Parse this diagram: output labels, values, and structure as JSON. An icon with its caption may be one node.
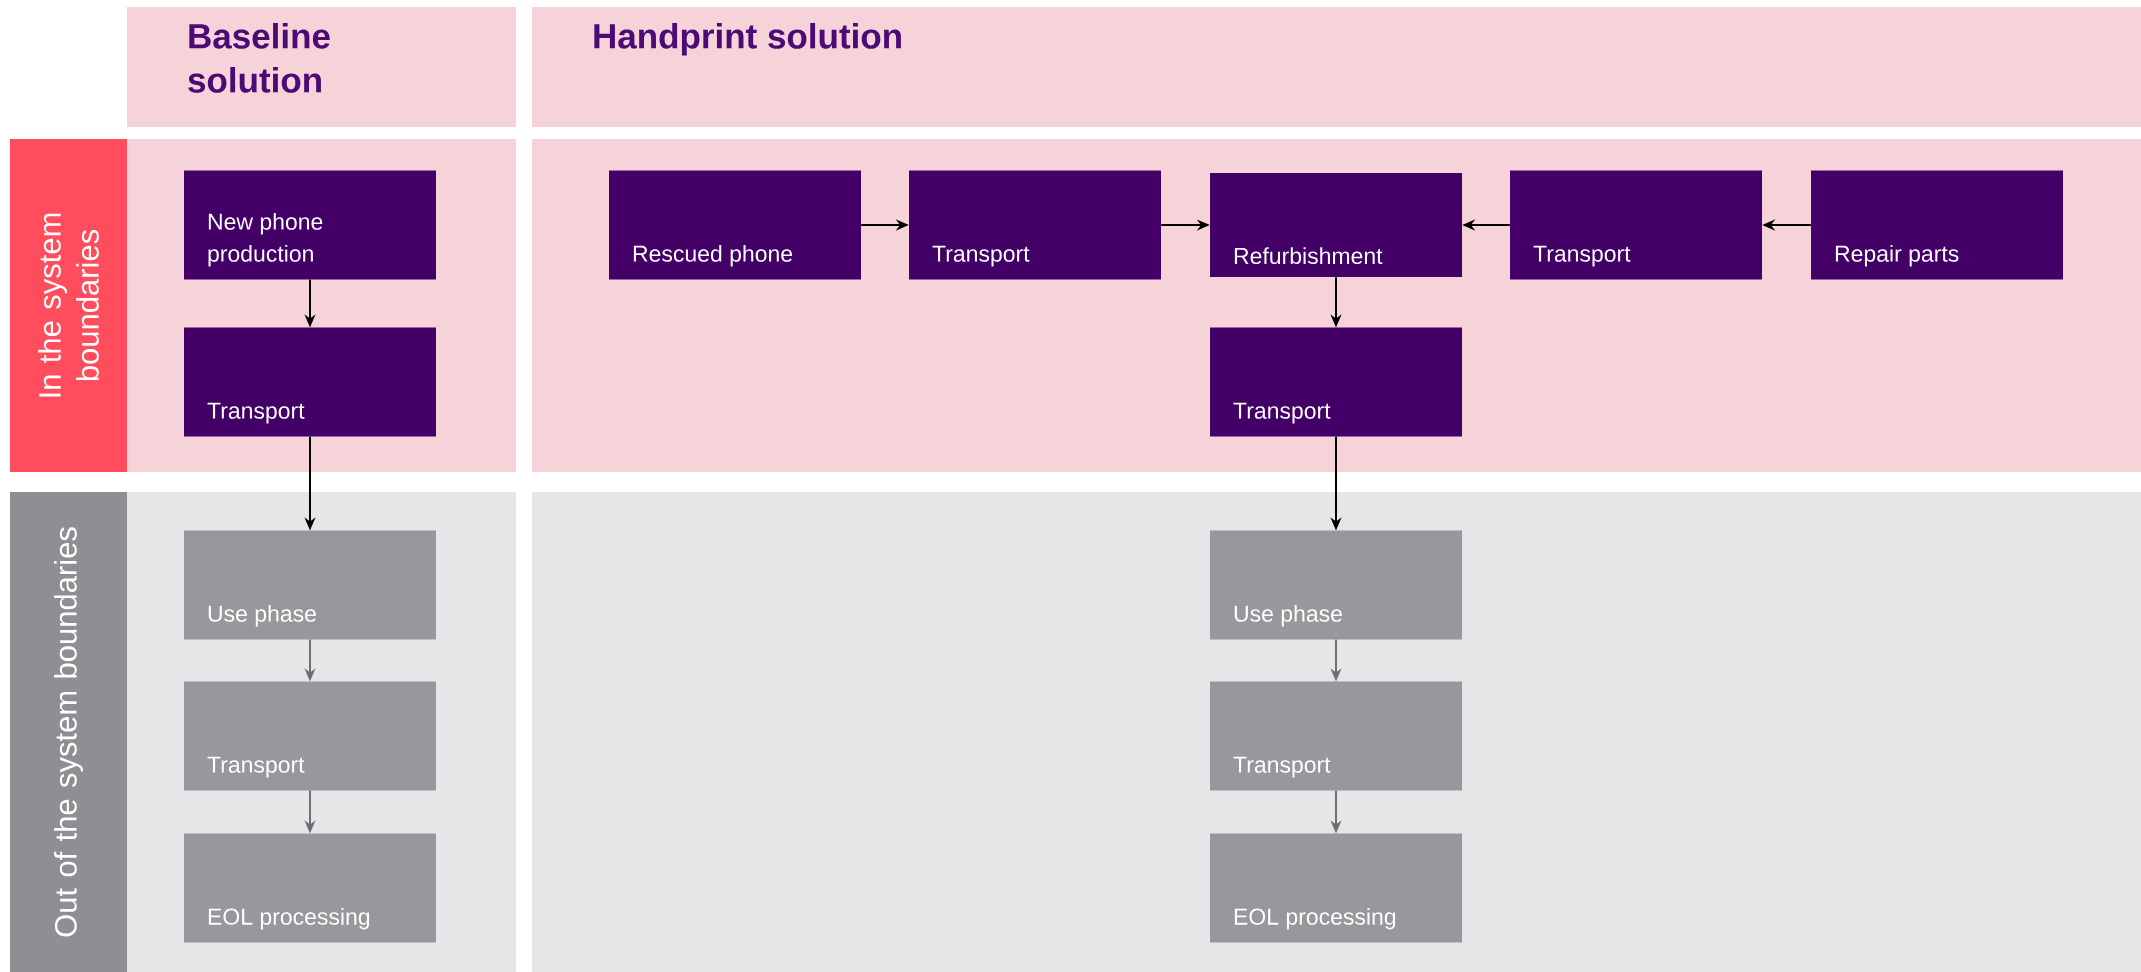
{
  "diagram": {
    "nodes": [
      {
        "text": [
          "Baseline solution"
        ]
      },
      {
        "text": [
          "Handprint solution"
        ]
      },
      {
        "text": [
          "In the system boundaries"
        ]
      },
      {
        "text": [
          "Out of the system boundaries"
        ]
      },
      {
        "text": [
          "New phone production"
        ]
      },
      {
        "text": [
          "Transport"
        ]
      },
      {
        "text": [
          "Use phase"
        ]
      },
      {
        "text": [
          "Transport"
        ]
      },
      {
        "text": [
          "EOL processing"
        ]
      },
      {
        "text": [
          "Rescued phone"
        ]
      },
      {
        "text": [
          "Transport"
        ]
      },
      {
        "text": [
          "Refurbishment"
        ]
      },
      {
        "text": [
          "Transport"
        ]
      },
      {
        "text": [
          "Repair parts"
        ]
      },
      {
        "text": [
          "Transport"
        ]
      },
      {
        "text": [
          "Use phase"
        ]
      },
      {
        "text": [
          "Transport"
        ]
      },
      {
        "text": [
          "EOL processing"
        ]
      }
    ],
    "edges": [
      {
        "from": 4,
        "to": 5,
        "arrow": "to"
      },
      {
        "from": 5,
        "to": 6,
        "arrow": "to"
      },
      {
        "from": 6,
        "to": 7,
        "arrow": "to",
        "color": "#6e6e73"
      },
      {
        "from": 7,
        "to": 8,
        "arrow": "to",
        "color": "#6e6e73"
      },
      {
        "from": 9,
        "to": 10,
        "arrow": "to"
      },
      {
        "from": 10,
        "to": 11,
        "arrow": "to"
      },
      {
        "from": 12,
        "to": 11,
        "arrow": "to"
      },
      {
        "from": 13,
        "to": 12,
        "arrow": "to"
      },
      {
        "from": 11,
        "to": 14,
        "arrow": "to"
      },
      {
        "from": 14,
        "to": 15,
        "arrow": "to"
      },
      {
        "from": 15,
        "to": 16,
        "arrow": "to",
        "color": "#6e6e73"
      },
      {
        "from": 16,
        "to": 17,
        "arrow": "to",
        "color": "#6e6e73"
      }
    ]
  }
}
